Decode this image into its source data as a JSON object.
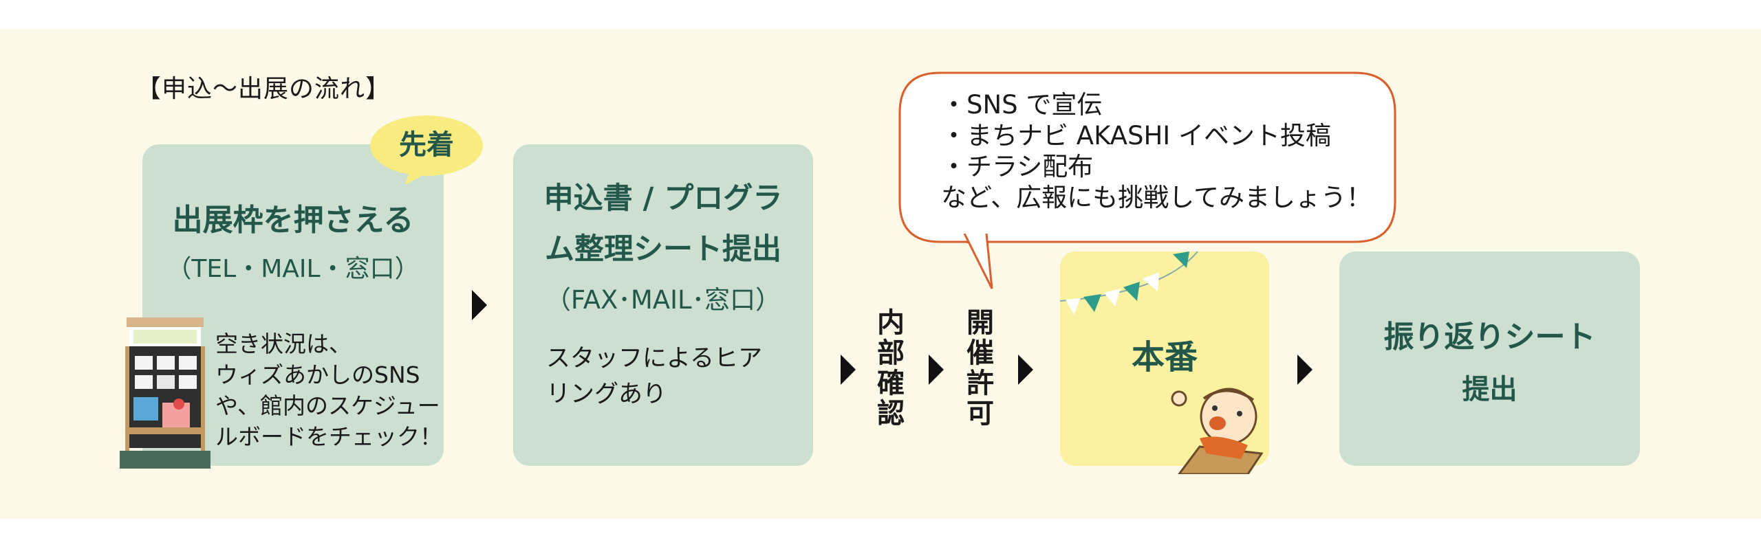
{
  "title": "【申込〜出展の流れ】",
  "tag_label": "先着",
  "step1": {
    "head_line1": "出展枠を押さえる",
    "head_line2": "（TEL・MAIL・窓口）",
    "note_lines": [
      "空き状況は、",
      "ウィズあかしのSNS",
      "や、館内のスケジュー",
      "ルボードをチェック！"
    ]
  },
  "step2": {
    "head_line1": "申込書 / プログラ",
    "head_line2": "ム整理シート提出",
    "head_line3": "（FAX･MAIL･窓口）",
    "note_lines": [
      "スタッフによるヒア",
      "リングあり"
    ]
  },
  "step_internal": [
    "内",
    "部",
    "確",
    "認"
  ],
  "step_permit": [
    "開",
    "催",
    "許",
    "可"
  ],
  "step4": {
    "label": "本番"
  },
  "step5": {
    "line1": "振り返りシート",
    "line2": "提出"
  },
  "speech": {
    "lines": [
      "・SNS で宣伝",
      "・まちナビ AKASHI イベント投稿",
      "・チラシ配布",
      "など、広報にも挑戦してみましょう！"
    ]
  },
  "colors": {
    "card_green": "#ccdfd1",
    "text_green": "#23574a",
    "highlight_yellow": "#faf2a0",
    "tag_yellow": "#f8ec80",
    "speech_border": "#d9602a",
    "background": "#fcf9e8"
  }
}
